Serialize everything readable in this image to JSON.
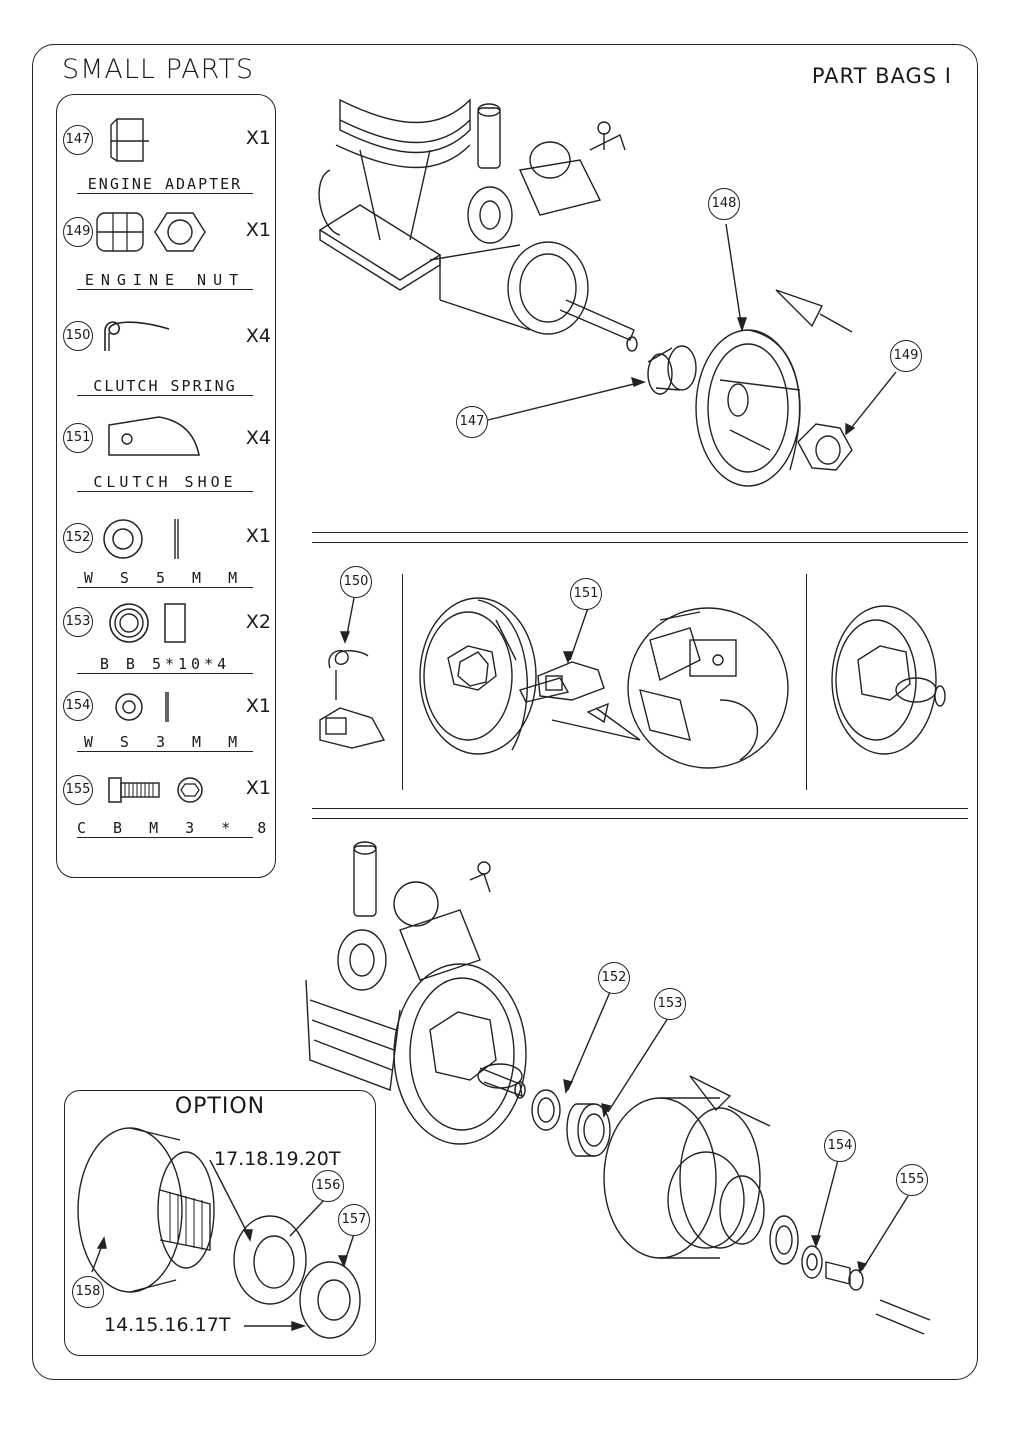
{
  "page": {
    "title": "SMALL PARTS",
    "bag": "PART BAGS I"
  },
  "parts": [
    {
      "num": "147",
      "label": "ENGINE ADAPTER",
      "qty": "X1"
    },
    {
      "num": "149",
      "label": "ENGINE NUT",
      "qty": "X1"
    },
    {
      "num": "150",
      "label": "CLUTCH SPRING",
      "qty": "X4"
    },
    {
      "num": "151",
      "label": "CLUTCH SHOE",
      "qty": "X4"
    },
    {
      "num": "152",
      "label": "W S 5 M M",
      "qty": "X1"
    },
    {
      "num": "153",
      "label": "B B 5*10*4",
      "qty": "X2"
    },
    {
      "num": "154",
      "label": "W S 3 M M",
      "qty": "X1"
    },
    {
      "num": "155",
      "label": "C B M 3 * 8",
      "qty": "X1"
    }
  ],
  "callouts": {
    "step1": [
      "148",
      "149",
      "147"
    ],
    "step2": [
      "150",
      "151"
    ],
    "step3": [
      "152",
      "153",
      "154",
      "155"
    ]
  },
  "option": {
    "title": "OPTION",
    "gear_large_teeth": "17.18.19.20T",
    "gear_small_teeth": "14.15.16.17T",
    "callouts": [
      "156",
      "157",
      "158"
    ]
  }
}
